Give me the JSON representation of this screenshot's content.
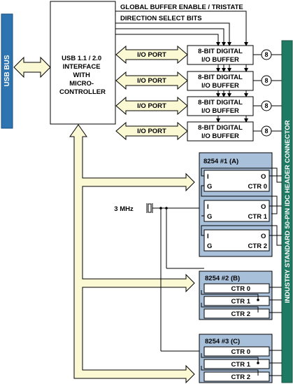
{
  "usb_bus": {
    "label": "USB BUS"
  },
  "micro": {
    "line1": "USB 1.1 / 2.0",
    "line2": "INTERFACE",
    "line3": "WITH",
    "line4": "MICRO-",
    "line5": "CONTROLLER"
  },
  "signals": {
    "global_enable": "GLOBAL BUFFER ENABLE / TRISTATE",
    "direction": "DIRECTION SELECT BITS"
  },
  "io_ports": [
    {
      "port_label": "I/O PORT",
      "buffer_line1": "8-BIT DIGITAL",
      "buffer_line2": "I/O BUFFER",
      "count": "8"
    },
    {
      "port_label": "I/O PORT",
      "buffer_line1": "8-BIT DIGITAL",
      "buffer_line2": "I/O BUFFER",
      "count": "8"
    },
    {
      "port_label": "I/O PORT",
      "buffer_line1": "8-BIT DIGITAL",
      "buffer_line2": "I/O BUFFER",
      "count": "8"
    },
    {
      "port_label": "I/O PORT",
      "buffer_line1": "8-BIT DIGITAL",
      "buffer_line2": "I/O BUFFER",
      "count": "8"
    }
  ],
  "clock": {
    "label": "3 MHz"
  },
  "counter_chips": [
    {
      "title": "8254 #1 (A)",
      "counters": [
        {
          "in": "I",
          "out": "O",
          "gate": "G",
          "name": "CTR 0"
        },
        {
          "in": "I",
          "out": "O",
          "gate": "G",
          "name": "CTR 1"
        },
        {
          "in": "I",
          "out": "O",
          "gate": "G",
          "name": "CTR 2"
        }
      ]
    },
    {
      "title": "8254 #2 (B)",
      "counters": [
        {
          "name": "CTR 0"
        },
        {
          "name": "CTR 1"
        },
        {
          "name": "CTR 2"
        }
      ]
    },
    {
      "title": "8254 #3 (C)",
      "counters": [
        {
          "name": "CTR 0"
        },
        {
          "name": "CTR 1"
        },
        {
          "name": "CTR 2"
        }
      ]
    }
  ],
  "connector": {
    "label": "INDUSTRY STANDARD 50-PIN IDC HEADER CONNECTOR"
  },
  "colors": {
    "bus_blue": "#2e74b0",
    "connector_green": "#1f7a63",
    "arrow_fill": "#fbf8d4",
    "chip_blue": "#a8c0da"
  }
}
